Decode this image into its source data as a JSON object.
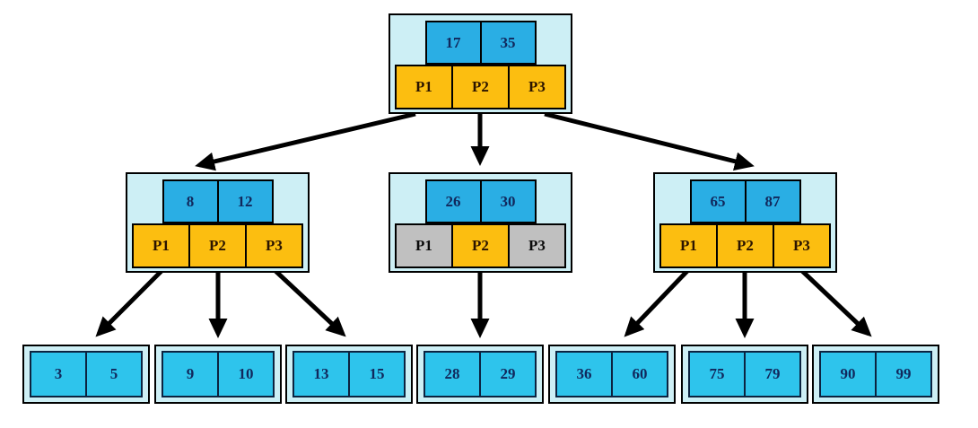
{
  "diagram": {
    "type": "b-tree",
    "colors": {
      "node_background": "#cdeff5",
      "key_cell": "#2aaee4",
      "leaf_cell": "#2ec4ec",
      "pointer_active": "#fcbe10",
      "pointer_inactive": "#c0c0c0",
      "border": "#000000",
      "key_text": "#11285c",
      "arrow": "#000000"
    },
    "root": {
      "keys": [
        "17",
        "35"
      ],
      "pointers": [
        {
          "label": "P1",
          "state": "active"
        },
        {
          "label": "P2",
          "state": "active"
        },
        {
          "label": "P3",
          "state": "active"
        }
      ]
    },
    "internal_nodes": [
      {
        "keys": [
          "8",
          "12"
        ],
        "pointers": [
          {
            "label": "P1",
            "state": "active"
          },
          {
            "label": "P2",
            "state": "active"
          },
          {
            "label": "P3",
            "state": "active"
          }
        ]
      },
      {
        "keys": [
          "26",
          "30"
        ],
        "pointers": [
          {
            "label": "P1",
            "state": "inactive"
          },
          {
            "label": "P2",
            "state": "active"
          },
          {
            "label": "P3",
            "state": "inactive"
          }
        ]
      },
      {
        "keys": [
          "65",
          "87"
        ],
        "pointers": [
          {
            "label": "P1",
            "state": "active"
          },
          {
            "label": "P2",
            "state": "active"
          },
          {
            "label": "P3",
            "state": "active"
          }
        ]
      }
    ],
    "leaf_nodes": [
      {
        "keys": [
          "3",
          "5"
        ]
      },
      {
        "keys": [
          "9",
          "10"
        ]
      },
      {
        "keys": [
          "13",
          "15"
        ]
      },
      {
        "keys": [
          "28",
          "29"
        ]
      },
      {
        "keys": [
          "36",
          "60"
        ]
      },
      {
        "keys": [
          "75",
          "79"
        ]
      },
      {
        "keys": [
          "90",
          "99"
        ]
      }
    ],
    "edges": [
      {
        "from": "root.P1",
        "to": "internal-0"
      },
      {
        "from": "root.P2",
        "to": "internal-1"
      },
      {
        "from": "root.P3",
        "to": "internal-2"
      },
      {
        "from": "internal-0.P1",
        "to": "leaf-0"
      },
      {
        "from": "internal-0.P2",
        "to": "leaf-1"
      },
      {
        "from": "internal-0.P3",
        "to": "leaf-2"
      },
      {
        "from": "internal-1.P2",
        "to": "leaf-3"
      },
      {
        "from": "internal-2.P1",
        "to": "leaf-4"
      },
      {
        "from": "internal-2.P2",
        "to": "leaf-5"
      },
      {
        "from": "internal-2.P3",
        "to": "leaf-6"
      }
    ]
  }
}
